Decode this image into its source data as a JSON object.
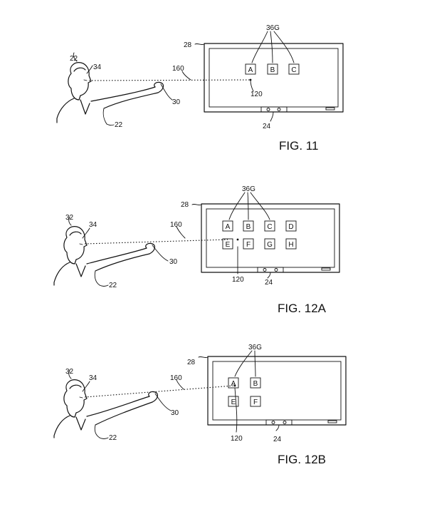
{
  "figures": [
    {
      "caption": "FIG. 11",
      "refs": {
        "person": "22",
        "eye": "34",
        "sight_line": "160",
        "hand": "30",
        "arm": "22",
        "screen": "28",
        "group": "36G",
        "point": "120",
        "sensor": "24"
      },
      "keys": [
        "A",
        "B",
        "C"
      ]
    },
    {
      "caption": "FIG. 12A",
      "refs": {
        "person": "32",
        "eye": "34",
        "sight_line": "160",
        "hand": "30",
        "arm": "22",
        "screen": "28",
        "group": "36G",
        "point": "120",
        "sensor": "24"
      },
      "keys": [
        "A",
        "B",
        "C",
        "D",
        "E",
        "F",
        "G",
        "H"
      ]
    },
    {
      "caption": "FIG. 12B",
      "refs": {
        "person": "32",
        "eye": "34",
        "sight_line": "160",
        "hand": "30",
        "arm": "22",
        "screen": "28",
        "group": "36G",
        "point": "120",
        "sensor": "24"
      },
      "keys": [
        "A",
        "B",
        "E",
        "F"
      ]
    }
  ]
}
